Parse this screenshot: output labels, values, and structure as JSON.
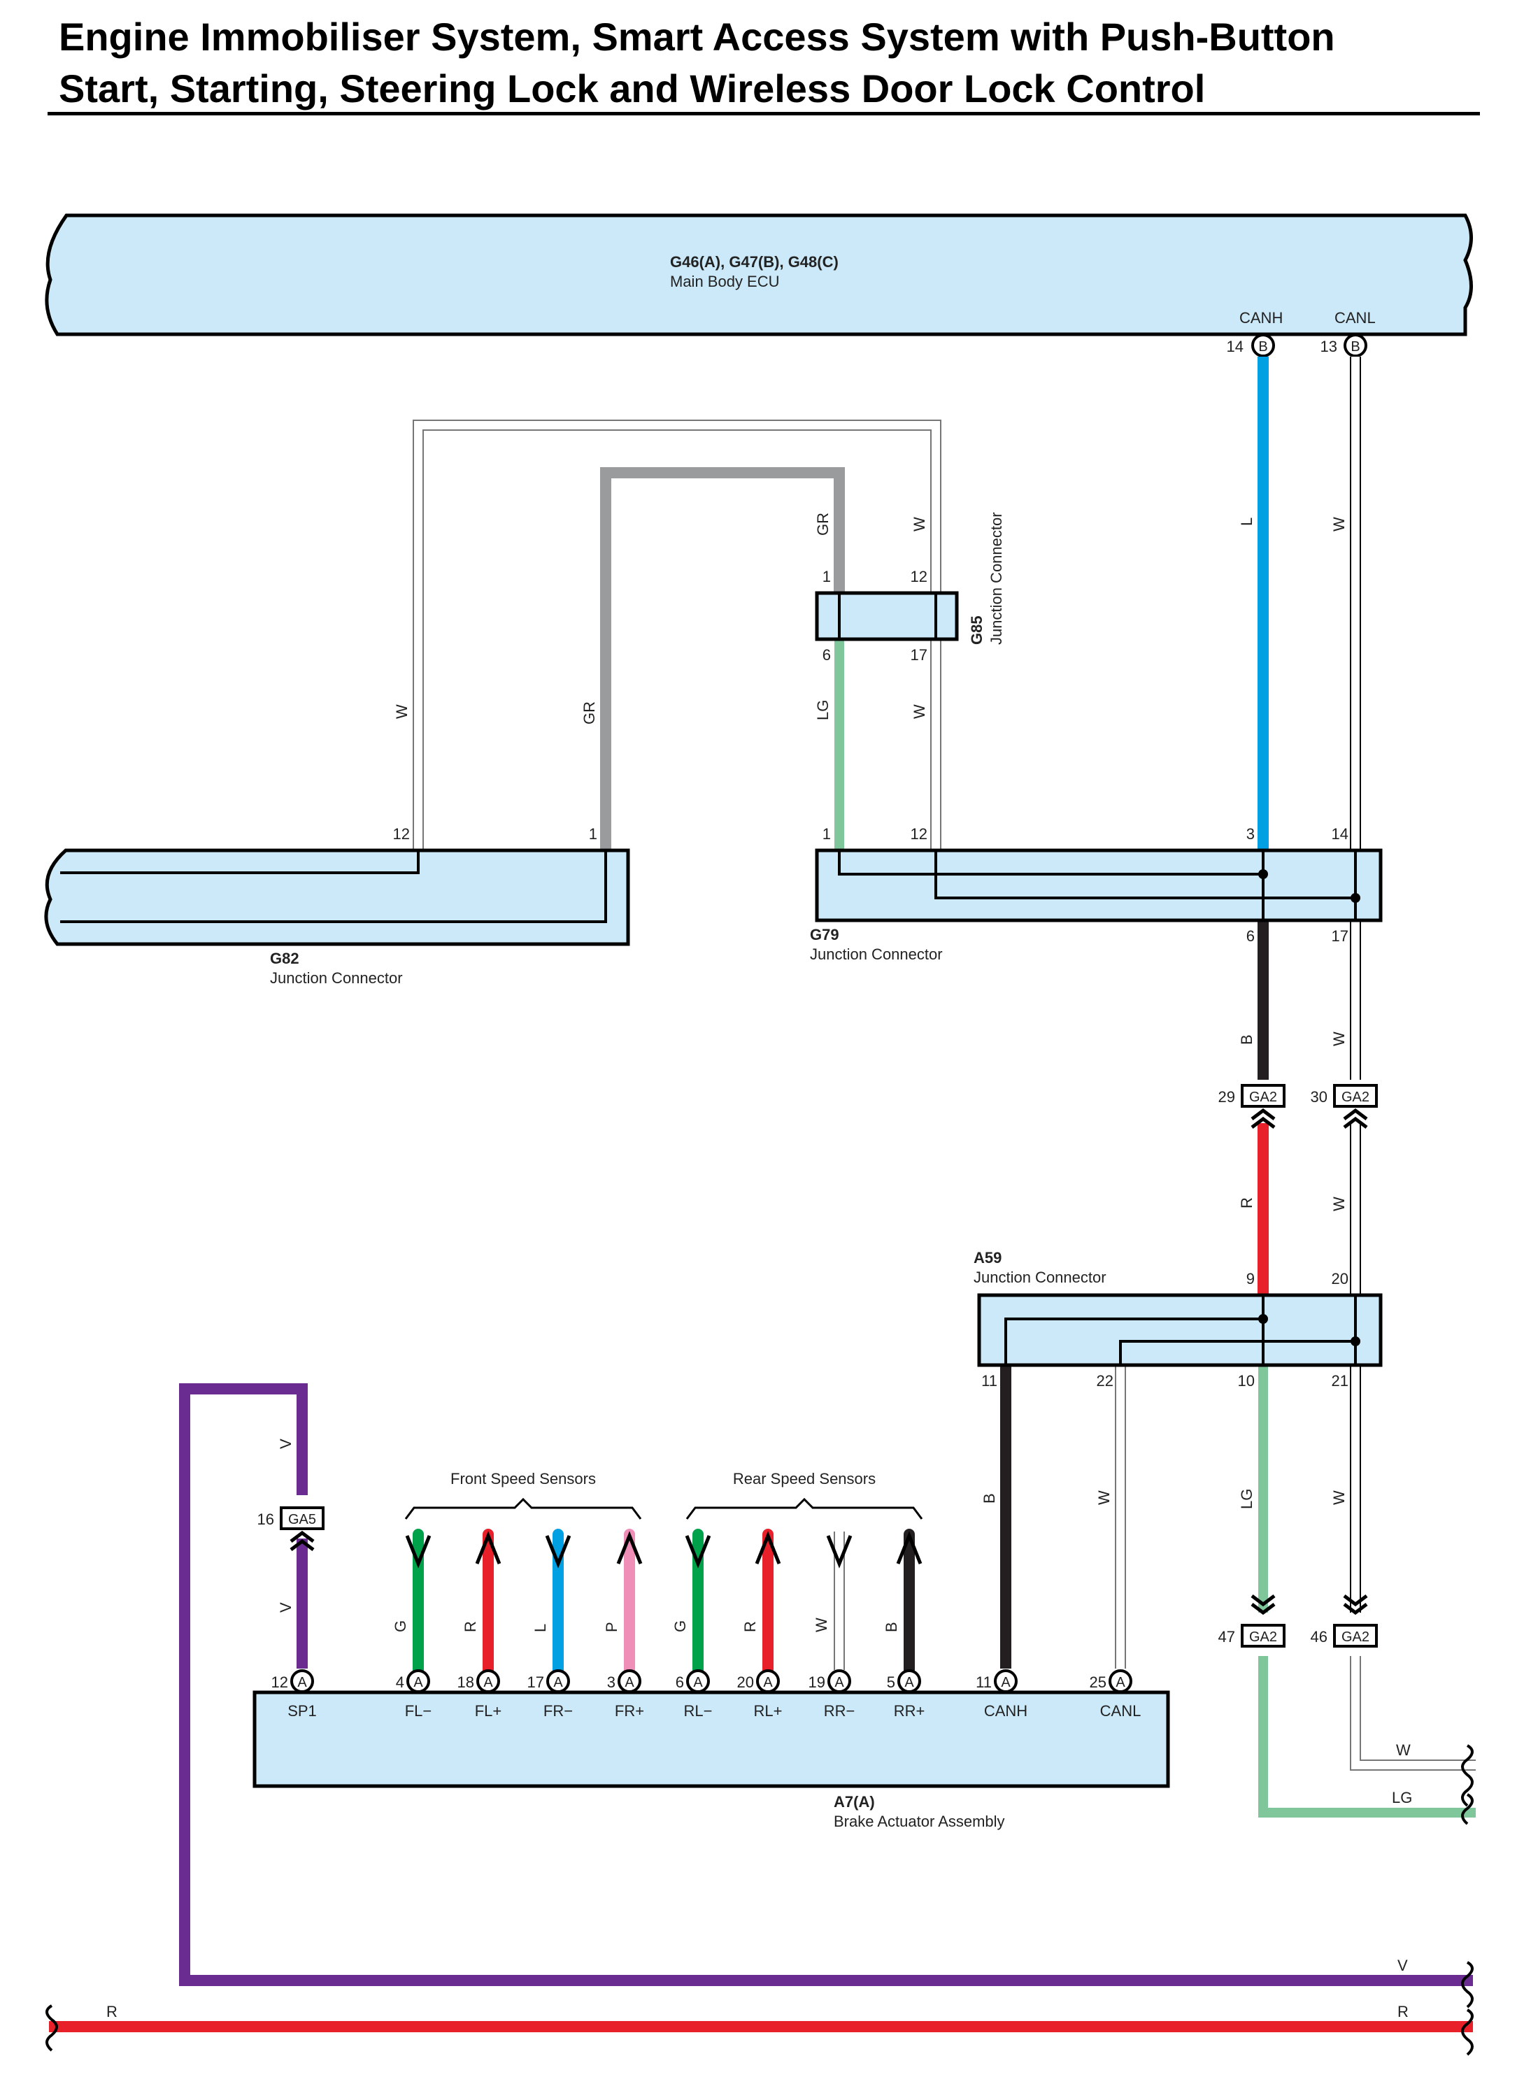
{
  "title": {
    "line1": "Engine Immobiliser System, Smart Access System with Push-Button",
    "line2": "Start, Starting, Steering Lock and Wireless Door Lock Control"
  },
  "components": {
    "ecu": {
      "id": "G46(A), G47(B), G48(C)",
      "name": "Main Body ECU",
      "canh": "CANH",
      "canl": "CANL",
      "pin14": "14",
      "pin13": "13",
      "conn": "B"
    },
    "g82": {
      "id": "G82",
      "name": "Junction Connector",
      "pin12": "12",
      "pin1": "1"
    },
    "g85": {
      "id": "G85",
      "name": "Junction Connector",
      "pin1": "1",
      "pin12": "12",
      "pin6": "6",
      "pin17": "17"
    },
    "g79": {
      "id": "G79",
      "name": "Junction Connector",
      "pin1": "1",
      "pin12": "12",
      "pin3": "3",
      "pin14": "14",
      "pin6": "6",
      "pin17": "17"
    },
    "a59": {
      "id": "A59",
      "name": "Junction Connector",
      "pin9": "9",
      "pin20": "20",
      "pin11": "11",
      "pin22": "22",
      "pin10": "10",
      "pin21": "21"
    },
    "a7": {
      "id": "A7(A)",
      "name": "Brake Actuator Assembly",
      "conn": "A",
      "pins": [
        {
          "num": "12",
          "label": "SP1"
        },
        {
          "num": "4",
          "label": "FL−"
        },
        {
          "num": "18",
          "label": "FL+"
        },
        {
          "num": "17",
          "label": "FR−"
        },
        {
          "num": "3",
          "label": "FR+"
        },
        {
          "num": "6",
          "label": "RL−"
        },
        {
          "num": "20",
          "label": "RL+"
        },
        {
          "num": "19",
          "label": "RR−"
        },
        {
          "num": "5",
          "label": "RR+"
        },
        {
          "num": "11",
          "label": "CANH"
        },
        {
          "num": "25",
          "label": "CANL"
        }
      ]
    }
  },
  "connectors": {
    "ga2_29": {
      "pin": "29",
      "name": "GA2"
    },
    "ga2_30": {
      "pin": "30",
      "name": "GA2"
    },
    "ga2_47": {
      "pin": "47",
      "name": "GA2"
    },
    "ga2_46": {
      "pin": "46",
      "name": "GA2"
    },
    "ga5_16": {
      "pin": "16",
      "name": "GA5"
    }
  },
  "groups": {
    "front": "Front Speed Sensors",
    "rear": "Rear Speed Sensors"
  },
  "wire_codes": {
    "W": "W",
    "GR": "GR",
    "L": "L",
    "LG": "LG",
    "B": "B",
    "R": "R",
    "V": "V",
    "G": "G",
    "P": "P"
  },
  "sensor_wire_colors": [
    "G",
    "R",
    "L",
    "P",
    "G",
    "R",
    "W",
    "B"
  ],
  "colors": {
    "panel_fill": "#cce9f9",
    "L": "#00a0e3",
    "GR": "#9a9b9d",
    "LG": "#7fc79b",
    "B": "#231f20",
    "R": "#e8202a",
    "V": "#6b2c91",
    "G": "#00a14b",
    "P": "#ef8fb8",
    "W": "#ffffff"
  }
}
